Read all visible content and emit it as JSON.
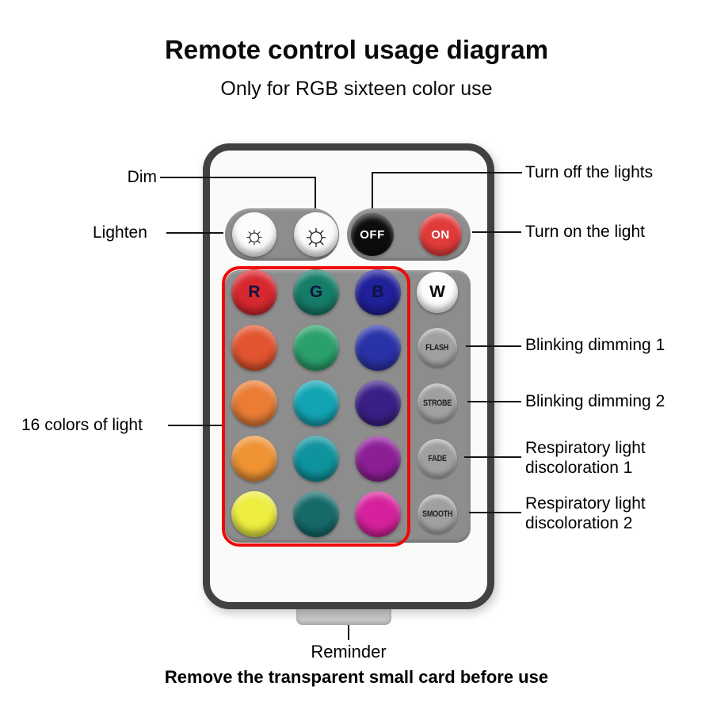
{
  "colors": {
    "grid_outline": "#ee0a0a",
    "panel_gray": "#8d8d8d",
    "off_button": "#0d0d0d",
    "on_button": "#e03a3a"
  },
  "header": {
    "title": "Remote control usage diagram",
    "subtitle": "Only for RGB sixteen color use"
  },
  "callouts": {
    "dim": "Dim",
    "lighten": "Lighten",
    "turn_off": "Turn off the lights",
    "turn_on": "Turn on the light",
    "blinking_1": "Blinking dimming 1",
    "blinking_2": "Blinking dimming 2",
    "respiratory_1_line1": "Respiratory light",
    "respiratory_1_line2": "discoloration 1",
    "respiratory_2_line1": "Respiratory light",
    "respiratory_2_line2": "discoloration 2",
    "sixteen_colors": "16 colors of light"
  },
  "remote": {
    "brightness_icon": "☼",
    "off_label": "OFF",
    "on_label": "ON",
    "white_label": "W",
    "modes": [
      "FLASH",
      "STROBE",
      "FADE",
      "SMOOTH"
    ],
    "grid": [
      {
        "label": "R",
        "color": "#d7282f"
      },
      {
        "label": "G",
        "color": "#157c67"
      },
      {
        "label": "B",
        "color": "#20209a"
      },
      {
        "label": "",
        "color": "#e2542f"
      },
      {
        "label": "",
        "color": "#2aa06b"
      },
      {
        "label": "",
        "color": "#2a32a8"
      },
      {
        "label": "",
        "color": "#ea7c34"
      },
      {
        "label": "",
        "color": "#13a4b4"
      },
      {
        "label": "",
        "color": "#3a1f86"
      },
      {
        "label": "",
        "color": "#ef9333"
      },
      {
        "label": "",
        "color": "#0f939d"
      },
      {
        "label": "",
        "color": "#8c1f96"
      },
      {
        "label": "",
        "color": "#edee3f"
      },
      {
        "label": "",
        "color": "#156a68"
      },
      {
        "label": "",
        "color": "#d6219c"
      }
    ]
  },
  "footer": {
    "reminder_title": "Reminder",
    "reminder_text": "Remove the transparent small card before use"
  }
}
